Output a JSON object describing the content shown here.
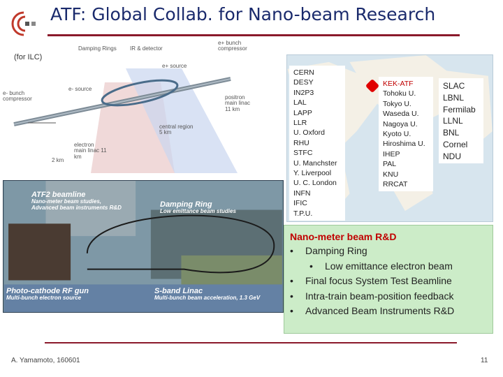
{
  "title": "ATF: Global Collab. for Nano-beam Research",
  "note": "(for ILC)",
  "ilc_labels": {
    "damping_rings": "Damping Rings",
    "ir_detector": "IR & detector",
    "e_bunch_compressor": "e+ bunch compressor",
    "e_source": "e- source",
    "e_bunch_compressor_left": "e- bunch compressor",
    "e_plus_source": "e+ source",
    "positron_main_linac": "positron main linac 11 km",
    "central_region": "central region 5 km",
    "electron_main_linac": "electron main linac 11 km",
    "two_km": "2 km"
  },
  "institutes": {
    "europe": [
      "CERN",
      "DESY",
      "IN2P3",
      "LAL",
      "LAPP",
      "LLR",
      "U. Oxford",
      "RHU",
      "STFC",
      "U. Manchster",
      "Y. Liverpool",
      "U. C. London",
      "INFN",
      "IFIC",
      "T.P.U."
    ],
    "asia_highlight": "KEK-ATF",
    "asia": [
      "Tohoku U.",
      "Tokyo U.",
      "Waseda U.",
      "Nagoya U.",
      "Kyoto U.",
      "Hiroshima U.",
      "IHEP",
      "PAL",
      "KNU",
      "RRCAT"
    ],
    "america": [
      "SLAC",
      "LBNL",
      "Fermilab",
      "LLNL",
      "BNL",
      "Cornel",
      "NDU"
    ]
  },
  "photo": {
    "atf2_title": "ATF2 beamline",
    "atf2_sub1": "Nano-meter beam studies,",
    "atf2_sub2": "Advanced beam instruments R&D",
    "dr_title": "Damping Ring",
    "dr_sub": "Low emittance beam studies",
    "gun_title": "Photo-cathode RF gun",
    "gun_sub": "Multi-bunch electron source",
    "linac_title": "S-band Linac",
    "linac_sub": "Multi-bunch beam acceleration, 1.3 GeV"
  },
  "rd": {
    "heading": "Nano-meter beam R&D",
    "item1": "Damping Ring",
    "item1_sub": "Low emittance electron beam",
    "item2": "Final focus System Test Beamline",
    "item3": "Intra-train beam-position feedback",
    "item4": "Advanced Beam Instruments R&D"
  },
  "footer": {
    "author": "A. Yamamoto, 160601",
    "page": "11"
  },
  "colors": {
    "title": "#1a2a6c",
    "accent_rule": "#8b1a2b",
    "highlight": "#c00000",
    "green_box": "#ccecc8"
  }
}
